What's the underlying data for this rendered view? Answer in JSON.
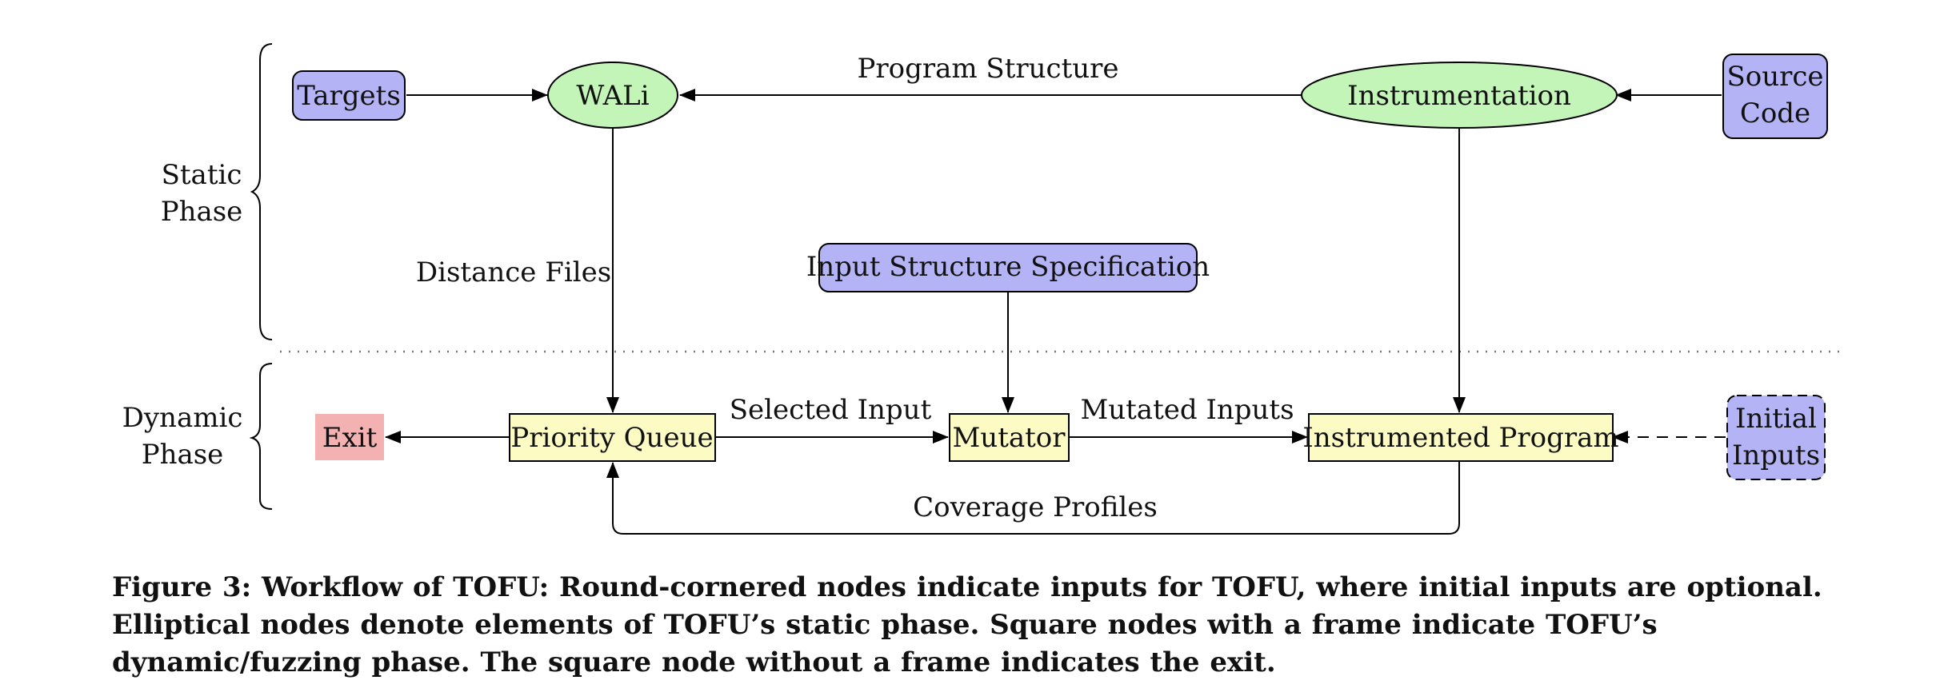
{
  "phases": {
    "static": [
      "Static",
      "Phase"
    ],
    "dynamic": [
      "Dynamic",
      "Phase"
    ]
  },
  "nodes": {
    "targets": "Targets",
    "wali": "WALi",
    "instrumentation": "Instrumentation",
    "source_code": [
      "Source",
      "Code"
    ],
    "input_spec": "Input Structure Specification",
    "exit": "Exit",
    "priority_queue": "Priority Queue",
    "mutator": "Mutator",
    "instrumented_program": "Instrumented Program",
    "initial_inputs": [
      "Initial",
      "Inputs"
    ]
  },
  "edge_labels": {
    "program_structure": "Program Structure",
    "distance_files": "Distance Files",
    "selected_input": "Selected Input",
    "mutated_inputs": "Mutated Inputs",
    "coverage_profiles": "Coverage Profiles"
  },
  "caption": "Figure 3:  Workflow of TOFU: Round-cornered nodes indicate inputs for TOFU, where initial inputs are optional. Elliptical nodes denote elements of TOFU’s static phase. Square nodes with a frame indicate TOFU’s dynamic/fuzzing phase. The square node without a frame indicates the exit.",
  "colors": {
    "input_fill": "#b3b3f5",
    "static_fill": "#c4f5b8",
    "dynamic_fill": "#fdfbc4",
    "exit_fill": "#f4b1b1"
  }
}
